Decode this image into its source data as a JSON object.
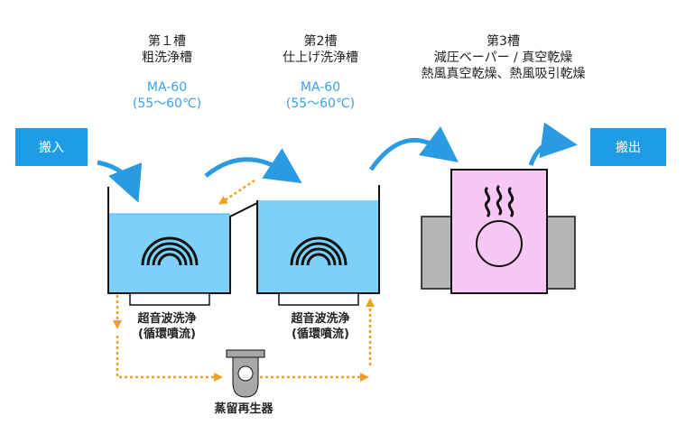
{
  "tank1": {
    "heading": "第１槽",
    "name": "粗洗浄槽",
    "agent": "MA-60",
    "temp": "(55～60℃)",
    "ultrasonic": "超音波洗浄",
    "circulation": "(循環噴流)"
  },
  "tank2": {
    "heading": "第2槽",
    "name": "仕上げ洗浄槽",
    "agent": "MA-60",
    "temp": "(55～60℃)",
    "ultrasonic": "超音波洗浄",
    "circulation": "(循環噴流)"
  },
  "tank3": {
    "heading": "第3槽",
    "line1": "減圧ベーパー / 真空乾燥",
    "line2": "熱風真空乾燥、熱風吸引乾燥"
  },
  "buttons": {
    "in": "搬入",
    "out": "搬出"
  },
  "regenerator": "蒸留再生器",
  "colors": {
    "accent": "#1e9de6",
    "water": "#7dd0f8",
    "dryer": "#f7c8f5",
    "dotted_flow": "#f0a020"
  }
}
